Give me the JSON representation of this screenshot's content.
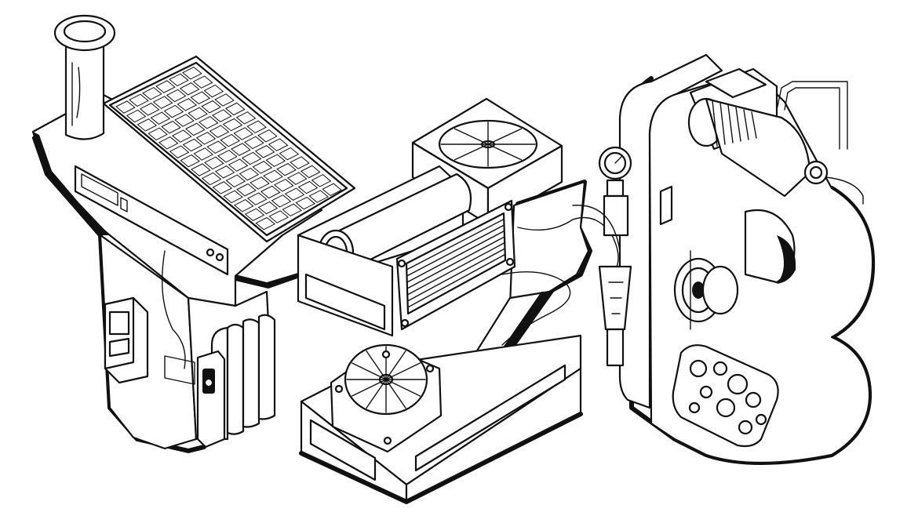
{
  "artwork": {
    "letters": [
      "T",
      "Z",
      "B"
    ],
    "colors": {
      "ink": "#111111",
      "paper": "#ffffff"
    },
    "components": {
      "letter_t": [
        "chimney-pipe",
        "solar-panel",
        "vent-slot",
        "wall-thermostat",
        "radiator",
        "door-switch"
      ],
      "letter_z": [
        "fan-box",
        "pipe-duct",
        "vent-grille",
        "cooling-fan",
        "duct-box"
      ],
      "letter_b": [
        "pressure-gauge",
        "water-pump",
        "sediment-filter",
        "valve-wheel",
        "bubble-tank"
      ]
    }
  }
}
